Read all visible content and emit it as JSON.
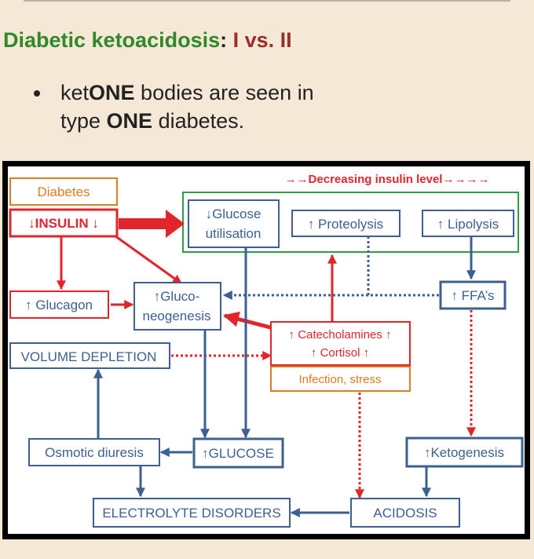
{
  "title": {
    "part1": "Diabetic ketoacidosis",
    "colon": ":",
    "part2": "I vs. II"
  },
  "bullet": {
    "pre1": "ket",
    "bold1": "ONE",
    "post1": " bodies are seen in",
    "pre2": "type ",
    "bold2": "ONE",
    "post2": " diabetes."
  },
  "diagram": {
    "banner": "→→Decreasing insulin level→→→→",
    "diabetes": "Diabetes",
    "insulin": "↓INSULIN ↓",
    "glucose_util_1": "↓Glucose",
    "glucose_util_2": "utilisation",
    "proteolysis": "↑ Proteolysis",
    "lipolysis": "↑ Lipolysis",
    "glucagon": "↑ Glucagon",
    "gluconeo_1": "↑Gluco-",
    "gluconeo_2": "neogenesis",
    "ffa": "↑ FFA’s",
    "catechol_1": "↑ Catecholamines ↑",
    "catechol_2": "↑ Cortisol ↑",
    "infection": "Infection, stress",
    "volume": "VOLUME DEPLETION",
    "osmotic": "Osmotic diuresis",
    "glucose": "↑GLUCOSE",
    "ketogenesis": "↑Ketogenesis",
    "electrolyte": "ELECTROLYTE DISORDERS",
    "acidosis": "ACIDOSIS"
  },
  "colors": {
    "title_green": "#2f8a2a",
    "title_red": "#9b2d2a",
    "blue": "#3d5f91",
    "red": "#e0252b",
    "orange": "#e07b1f",
    "green": "#2aa042"
  }
}
